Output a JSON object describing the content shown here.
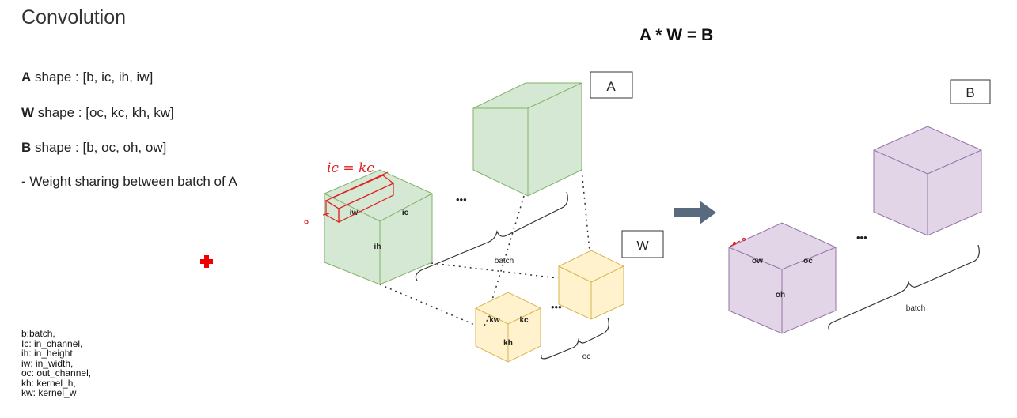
{
  "title": "Convolution",
  "equation": "A * W = B",
  "shapes": [
    {
      "name": "A",
      "rest": " shape : [b, ic, ih, iw]"
    },
    {
      "name": "W",
      "rest": " shape : [oc, kc, kh, kw]"
    },
    {
      "name": "B",
      "rest": " shape : [b, oc, oh, ow]"
    }
  ],
  "note": "- Weight sharing between batch of A",
  "legend": [
    "b:batch,",
    "Ic: in_channel,",
    "ih: in_height,",
    "iw: in_width,",
    "oc: out_channel,",
    "kh: kernel_h,",
    "kw: kernel_w"
  ],
  "boxes": {
    "a": "A",
    "w": "W",
    "b": "B"
  },
  "cube_labels": {
    "iw": "iw",
    "ic": "ic",
    "ih": "ih",
    "kw": "kw",
    "kc": "kc",
    "kh": "kh",
    "ow": "ow",
    "oc": "oc",
    "oh": "oh"
  },
  "brace_labels": {
    "batch_a": "batch",
    "oc": "oc",
    "batch_b": "batch"
  },
  "ellipsis": "•••",
  "handwriting": "ic = kc",
  "colors": {
    "green_front": "#d5e8d4",
    "green_top": "#d5e8d4",
    "green_side": "#d5e8d4",
    "green_stroke": "#82b366",
    "yellow_fill": "#fff2cc",
    "yellow_stroke": "#d6b656",
    "purple_fill": "#e1d5e7",
    "purple_stroke": "#9673a6",
    "arrow": "#5a6a7e",
    "annotation": "#e02020"
  }
}
